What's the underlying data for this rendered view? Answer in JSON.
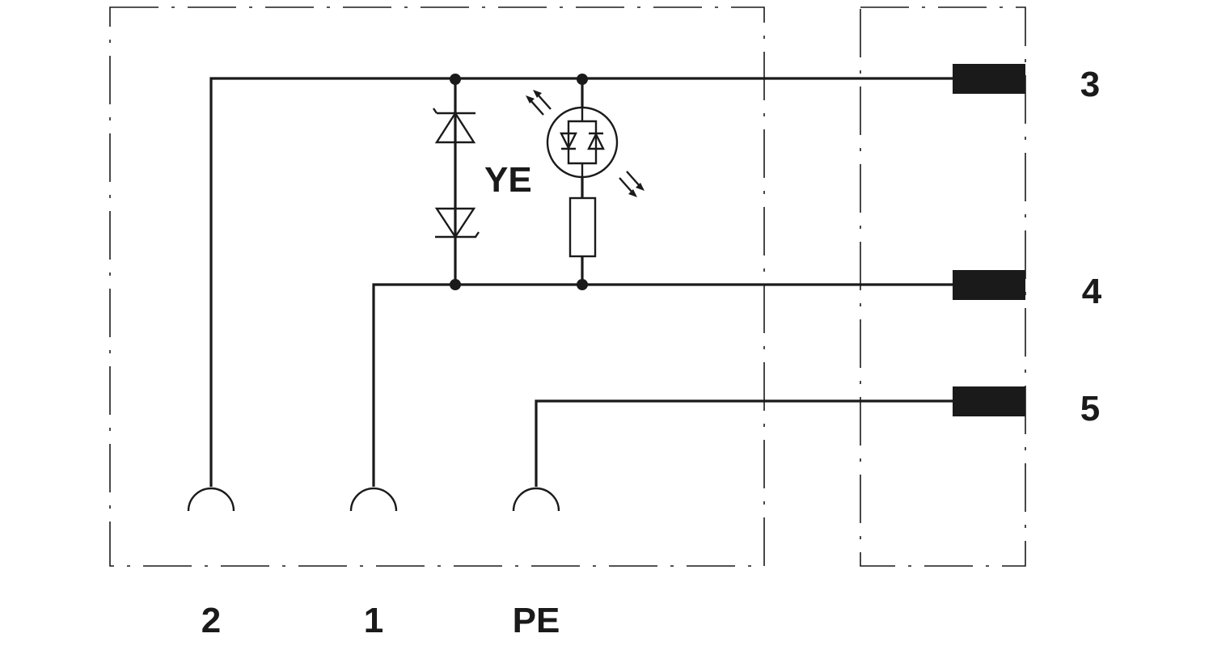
{
  "diagram": {
    "led_color_label": "YE",
    "pins_right": [
      "3",
      "4",
      "5"
    ],
    "pins_bottom": [
      "2",
      "1",
      "PE"
    ]
  },
  "colors": {
    "line": "#1a1a1a",
    "background": "#ffffff"
  }
}
